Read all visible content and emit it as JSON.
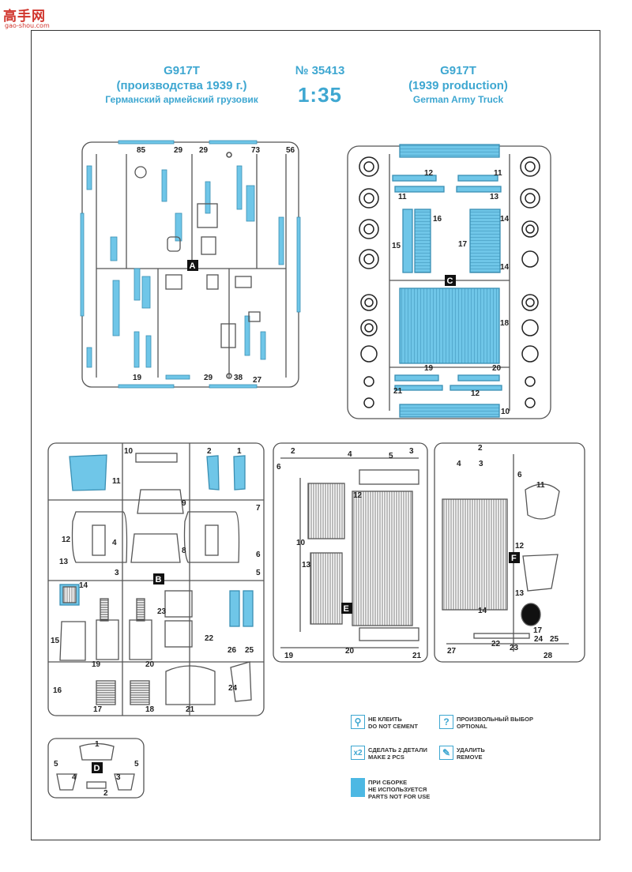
{
  "watermark": {
    "chars": "高手网",
    "url": "gao-shou.com"
  },
  "header": {
    "left": {
      "model": "G917T",
      "subtitle": "(производства 1939 г.)",
      "desc": "Германский армейский грузовик"
    },
    "center": {
      "number": "№ 35413",
      "scale": "1:35"
    },
    "right": {
      "model": "G917T",
      "subtitle": "(1939 production)",
      "desc": "German Army Truck"
    }
  },
  "sprues": {
    "A": {
      "letter": "A",
      "top_numbers": [
        "85",
        "29",
        "29",
        "73",
        "56"
      ],
      "bottom_numbers": [
        "19",
        "29",
        "38",
        "27"
      ]
    },
    "C": {
      "letter": "C",
      "labels": [
        "11",
        "12",
        "11",
        "13",
        "16",
        "17",
        "14",
        "15",
        "14",
        "18",
        "19",
        "20",
        "21",
        "12",
        "10"
      ]
    },
    "B": {
      "letter": "B",
      "labels": [
        "10",
        "11",
        "2",
        "1",
        "9",
        "7",
        "12",
        "4",
        "8",
        "3",
        "13",
        "6",
        "5",
        "14",
        "15",
        "19",
        "20",
        "23",
        "22",
        "26",
        "25",
        "16",
        "17",
        "18",
        "21",
        "24"
      ]
    },
    "E": {
      "letter": "E",
      "labels": [
        "2",
        "4",
        "3",
        "5",
        "6",
        "10",
        "12",
        "13",
        "19",
        "20",
        "21"
      ]
    },
    "F": {
      "letter": "F",
      "labels": [
        "2",
        "4",
        "3",
        "6",
        "11",
        "12",
        "13",
        "14",
        "17",
        "22",
        "23",
        "24",
        "25",
        "27",
        "28"
      ]
    },
    "D": {
      "letter": "D",
      "labels": [
        "1",
        "5",
        "4",
        "3",
        "5",
        "2"
      ]
    }
  },
  "legend": [
    {
      "icon": "do-not-cement-icon",
      "glyph": "⚲",
      "ru": "НЕ КЛЕИТЬ",
      "en": "DO NOT CEMENT"
    },
    {
      "icon": "optional-icon",
      "glyph": "?",
      "ru": "ПРОИЗВОЛЬНЫЙ ВЫБОР",
      "en": "OPTIONAL"
    },
    {
      "icon": "make-two-icon",
      "glyph": "x2",
      "ru": "СДЕЛАТЬ 2 ДЕТАЛИ",
      "en": "MAKE 2 PCS"
    },
    {
      "icon": "remove-icon",
      "glyph": "✎",
      "ru": "УДАЛИТЬ",
      "en": "REMOVE"
    },
    {
      "icon": "not-for-use-swatch-icon",
      "glyph": "",
      "ru": "ПРИ СБОРКЕ\nНЕ ИСПОЛЬЗУЕТСЯ",
      "en": "PARTS NOT FOR USE"
    }
  ],
  "colors": {
    "accent": "#3ea7d1",
    "part_fill": "#6fc6e8",
    "frame": "#555555"
  }
}
